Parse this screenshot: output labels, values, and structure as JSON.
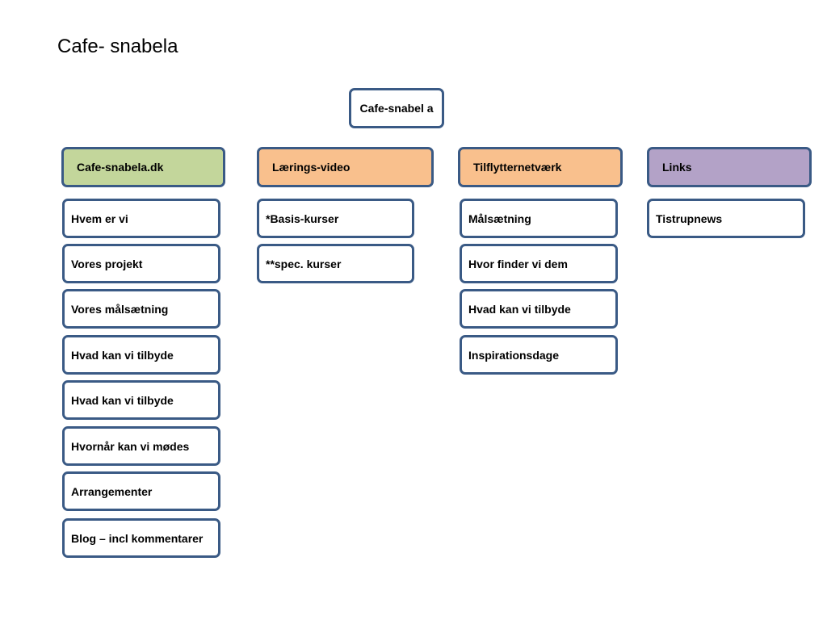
{
  "title": "Cafe- snabela",
  "root": {
    "label": "Cafe-snabel a"
  },
  "columns": [
    {
      "category": "Cafe-snabela.dk",
      "color": "#c3d69b",
      "items": [
        "Hvem er vi",
        "Vores projekt",
        "Vores målsætning",
        "Hvad kan vi tilbyde",
        "Hvad kan vi tilbyde",
        "Hvornår kan vi mødes",
        "Arrangementer",
        "Blog – incl kommentarer"
      ]
    },
    {
      "category": "Lærings-video",
      "color": "#f9c08d",
      "items": [
        "*Basis-kurser",
        "**spec. kurser"
      ]
    },
    {
      "category": "Tilflytternetværk",
      "color": "#f9c08d",
      "items": [
        "Målsætning",
        "Hvor finder vi dem",
        "Hvad kan vi tilbyde",
        "Inspirationsdage"
      ]
    },
    {
      "category": "Links",
      "color": "#b3a2c7",
      "items": [
        "Tistrupnews"
      ]
    }
  ],
  "border_color": "#3a5a85"
}
